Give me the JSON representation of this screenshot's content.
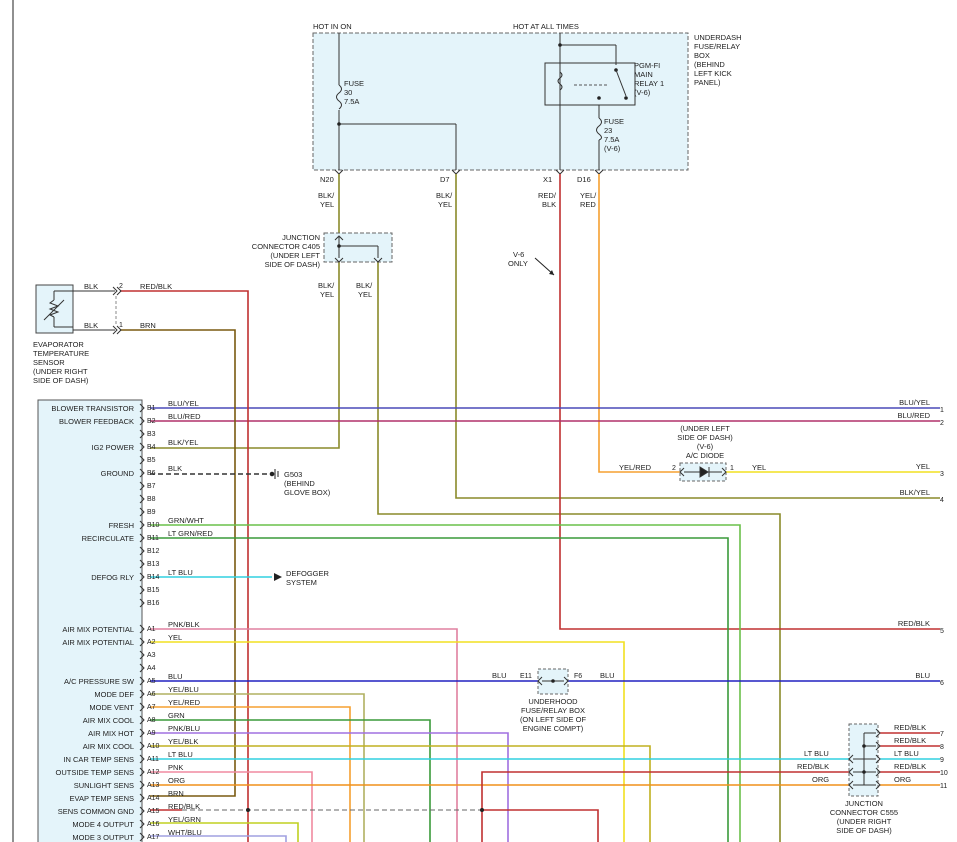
{
  "headers": {
    "hot_in_on": "HOT IN ON",
    "hot_at_all_times": "HOT AT ALL TIMES"
  },
  "underdash_box": {
    "label": [
      "UNDERDASH",
      "FUSE/RELAY",
      "BOX",
      "(BEHIND",
      "LEFT KICK",
      "PANEL)"
    ],
    "fuse30": [
      "FUSE",
      "30",
      "7.5A"
    ],
    "relay": [
      "PGM-FI",
      "MAIN",
      "RELAY 1",
      "(V-6)"
    ],
    "fuse23": [
      "FUSE",
      "23",
      "7.5A",
      "(V-6)"
    ],
    "terminals": [
      "N20",
      "D7",
      "X1",
      "D16"
    ]
  },
  "top_wires": {
    "n20": [
      "BLK/",
      "YEL"
    ],
    "d7": [
      "BLK/",
      "YEL"
    ],
    "x1": [
      "RED/",
      "BLK"
    ],
    "d16": [
      "YEL/",
      "RED"
    ]
  },
  "c405": {
    "label": [
      "JUNCTION",
      "CONNECTOR C405",
      "(UNDER LEFT",
      "SIDE OF DASH)"
    ],
    "out1": [
      "BLK/",
      "YEL"
    ],
    "out2": [
      "BLK/",
      "YEL"
    ]
  },
  "v6_only": [
    "V-6",
    "ONLY"
  ],
  "evap_sensor": {
    "label": [
      "EVAPORATOR",
      "TEMPERATURE",
      "SENSOR",
      "(UNDER RIGHT",
      "SIDE OF DASH)"
    ],
    "wire1_left": "BLK",
    "wire2_left": "BLK",
    "pin2": "2",
    "pin1": "1",
    "wire1_right": "RED/BLK",
    "wire2_right": "BRN"
  },
  "module_pins": [
    {
      "name": "BLOWER TRANSISTOR",
      "pin": "B1",
      "wire": "BLU/YEL"
    },
    {
      "name": "BLOWER FEEDBACK",
      "pin": "B2",
      "wire": "BLU/RED"
    },
    {
      "name": "",
      "pin": "B3",
      "wire": ""
    },
    {
      "name": "IG2 POWER",
      "pin": "B4",
      "wire": "BLK/YEL"
    },
    {
      "name": "",
      "pin": "B5",
      "wire": ""
    },
    {
      "name": "GROUND",
      "pin": "B6",
      "wire": "BLK"
    },
    {
      "name": "",
      "pin": "B7",
      "wire": ""
    },
    {
      "name": "",
      "pin": "B8",
      "wire": ""
    },
    {
      "name": "",
      "pin": "B9",
      "wire": ""
    },
    {
      "name": "FRESH",
      "pin": "B10",
      "wire": "GRN/WHT"
    },
    {
      "name": "RECIRCULATE",
      "pin": "B11",
      "wire": "LT GRN/RED"
    },
    {
      "name": "",
      "pin": "B12",
      "wire": ""
    },
    {
      "name": "",
      "pin": "B13",
      "wire": ""
    },
    {
      "name": "DEFOG RLY",
      "pin": "B14",
      "wire": "LT BLU"
    },
    {
      "name": "",
      "pin": "B15",
      "wire": ""
    },
    {
      "name": "",
      "pin": "B16",
      "wire": ""
    },
    {
      "name": "AIR MIX POTENTIAL",
      "pin": "A1",
      "wire": "PNK/BLK"
    },
    {
      "name": "AIR MIX POTENTIAL",
      "pin": "A2",
      "wire": "YEL"
    },
    {
      "name": "",
      "pin": "A3",
      "wire": ""
    },
    {
      "name": "",
      "pin": "A4",
      "wire": ""
    },
    {
      "name": "A/C PRESSURE SW",
      "pin": "A5",
      "wire": "BLU"
    },
    {
      "name": "MODE DEF",
      "pin": "A6",
      "wire": "YEL/BLU"
    },
    {
      "name": "MODE VENT",
      "pin": "A7",
      "wire": "YEL/RED"
    },
    {
      "name": "AIR MIX COOL",
      "pin": "A8",
      "wire": "GRN"
    },
    {
      "name": "AIR MIX HOT",
      "pin": "A9",
      "wire": "PNK/BLU"
    },
    {
      "name": "AIR MIX COOL",
      "pin": "A10",
      "wire": "YEL/BLK"
    },
    {
      "name": "IN CAR TEMP SENS",
      "pin": "A11",
      "wire": "LT BLU"
    },
    {
      "name": "OUTSIDE TEMP SENS",
      "pin": "A12",
      "wire": "PNK"
    },
    {
      "name": "SUNLIGHT SENS",
      "pin": "A13",
      "wire": "ORG"
    },
    {
      "name": "EVAP TEMP SENS",
      "pin": "A14",
      "wire": "BRN"
    },
    {
      "name": "SENS COMMON GND",
      "pin": "A15",
      "wire": "RED/BLK"
    },
    {
      "name": "MODE 4 OUTPUT",
      "pin": "A16",
      "wire": "YEL/GRN"
    },
    {
      "name": "MODE 3 OUTPUT",
      "pin": "A17",
      "wire": "WHT/BLU"
    }
  ],
  "ground": {
    "id": "G503",
    "label": [
      "(BEHIND",
      "GLOVE BOX)"
    ]
  },
  "defogger": [
    "DEFOGGER",
    "SYSTEM"
  ],
  "ac_diode": {
    "label": [
      "(UNDER LEFT",
      "SIDE OF DASH)",
      "(V-6)",
      "A/C DIODE"
    ],
    "in_wire": "YEL/RED",
    "pin2": "2",
    "pin1": "1",
    "out_wire": "YEL"
  },
  "underhood_box": {
    "label": [
      "UNDERHOOD",
      "FUSE/RELAY BOX",
      "(ON LEFT SIDE OF",
      "ENGINE COMPT)"
    ],
    "pin_left": "E11",
    "pin_right": "F6",
    "wire_left": "BLU",
    "wire_right": "BLU"
  },
  "right_edge": [
    {
      "wire": "BLU/YEL",
      "num": "1"
    },
    {
      "wire": "BLU/RED",
      "num": "2"
    },
    {
      "wire": "YEL",
      "num": "3"
    },
    {
      "wire": "BLK/YEL",
      "num": "4"
    },
    {
      "wire": "RED/BLK",
      "num": "5"
    },
    {
      "wire": "BLU",
      "num": "6"
    }
  ],
  "c555": {
    "label": [
      "JUNCTION",
      "CONNECTOR C555",
      "(UNDER RIGHT",
      "SIDE OF DASH)"
    ],
    "left_wires": [
      "LT BLU",
      "RED/BLK",
      "ORG"
    ],
    "right_wires": [
      {
        "wire": "RED/BLK",
        "num": "7"
      },
      {
        "wire": "RED/BLK",
        "num": "8"
      },
      {
        "wire": "LT BLU",
        "num": "9"
      },
      {
        "wire": "RED/BLK",
        "num": "10"
      },
      {
        "wire": "ORG",
        "num": "11"
      }
    ]
  },
  "colors": {
    "BLU_YEL": "#4a4ab8",
    "BLU_RED": "#b0306a",
    "BLK_YEL": "#8a8a2a",
    "RED_BLK": "#c03030",
    "BRN": "#7a5a10",
    "YEL": "#f2e020",
    "YEL_RED": "#f5a030",
    "GRN": "#3a9a3a",
    "LT_GRN": "#6ac04a",
    "LT_BLU": "#30d0e0",
    "PNK": "#f08aa0",
    "PNK_BLK": "#e080a0",
    "PNK_BLU": "#a070e0",
    "BLU": "#2020c0",
    "ORG": "#f0901a",
    "YEL_BLU": "#b0b060",
    "YEL_BLK": "#c0b020",
    "YEL_GRN": "#c0d020",
    "WHT_BLU": "#a0a0e0",
    "box_fill": "#e4f4fa"
  }
}
